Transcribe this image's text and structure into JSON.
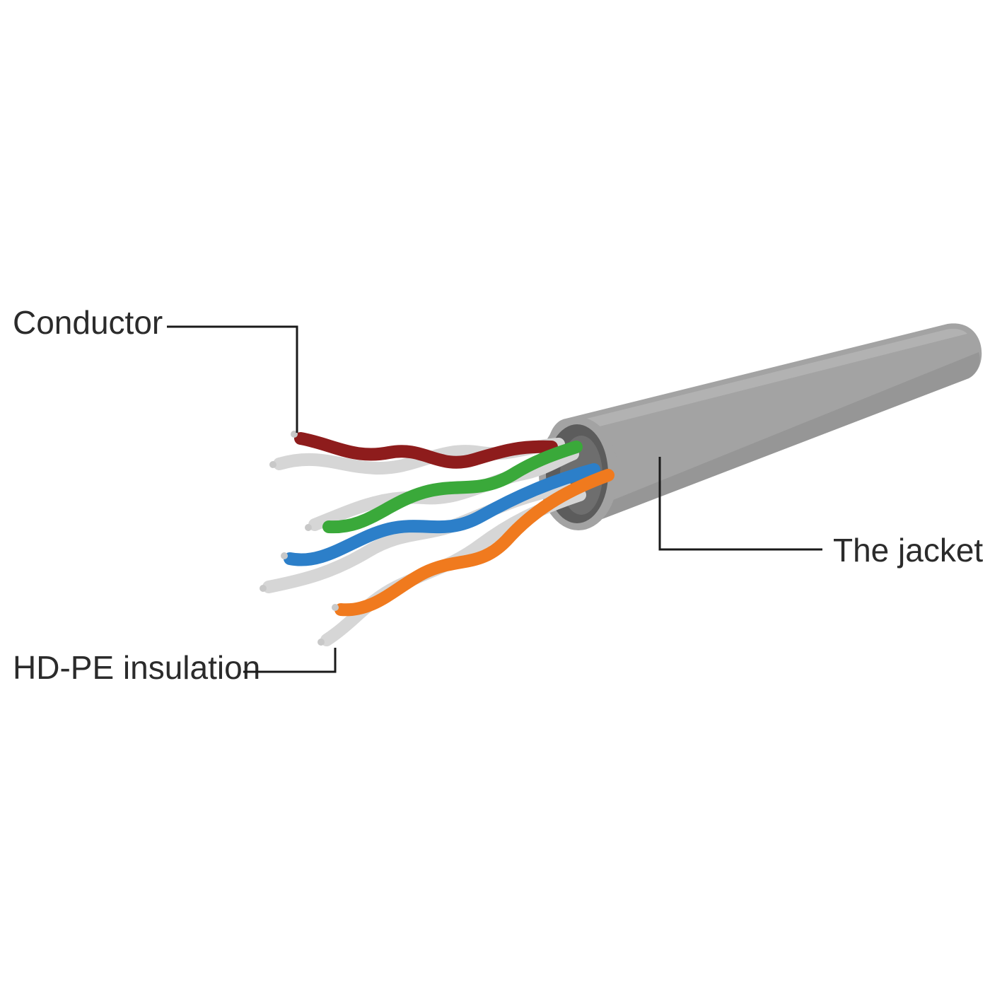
{
  "labels": {
    "conductor": "Conductor",
    "insulation": "HD-PE insulation",
    "jacket": "The jacket"
  },
  "colors": {
    "jacket": "#a3a3a3",
    "jacket_shadow": "#8c8c8c",
    "jacket_highlight": "#b8b8b8",
    "cavity": "#5c5c5c",
    "white_wire": "#d6d6d6",
    "white_wire_shade": "#b0b0b0",
    "red_wire": "#8e1c1c",
    "green_wire": "#3aa93a",
    "blue_wire": "#2c7fc9",
    "orange_wire": "#f07a1e",
    "copper_tip": "#c8c8c8",
    "leader_line": "#1a1a1a",
    "label_text": "#2b2b2b"
  },
  "pairs": [
    {
      "name": "brown-pair",
      "color_key": "red_wire"
    },
    {
      "name": "green-pair",
      "color_key": "green_wire"
    },
    {
      "name": "blue-pair",
      "color_key": "blue_wire"
    },
    {
      "name": "orange-pair",
      "color_key": "orange_wire"
    }
  ]
}
